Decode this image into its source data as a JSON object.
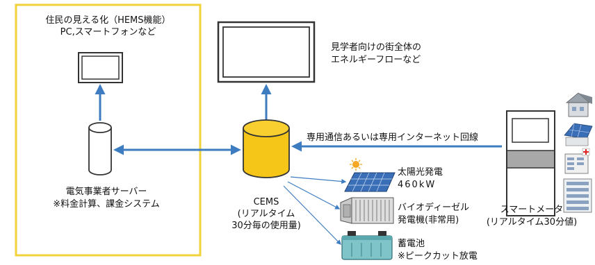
{
  "left_box": {
    "title_line1": "住民の見える化（HEMS機能）",
    "title_line2": "PC,スマートフォンなど"
  },
  "server": {
    "line1": "電気事業者サーバー",
    "line2": "※料金計算、課金システム"
  },
  "display": {
    "line1": "見学者向けの街全体の",
    "line2": "エネルギーフローなど"
  },
  "cems": {
    "line1": "CEMS",
    "line2": "(リアルタイム",
    "line3": "30分毎の使用量)"
  },
  "link_label": "専用通信あるいは専用インターネット回線",
  "solar": {
    "line1": "太陽光発電",
    "line2": "460kW"
  },
  "biodiesel": {
    "line1": "バイオディーゼル",
    "line2": "発電機(非常用)"
  },
  "battery": {
    "line1": "蓄電池",
    "line2": "※ピークカット放電"
  },
  "smart_meter": {
    "line1": "スマートメータ",
    "line2": "(リアルタイム30分値)"
  },
  "colors": {
    "frame_yellow": "#F2D13A",
    "arrow_blue": "#3D7CC0",
    "cems_gold": "#F5C518",
    "solar_panel": "#3A6FB8",
    "meter_band": "#A8A8A8"
  }
}
